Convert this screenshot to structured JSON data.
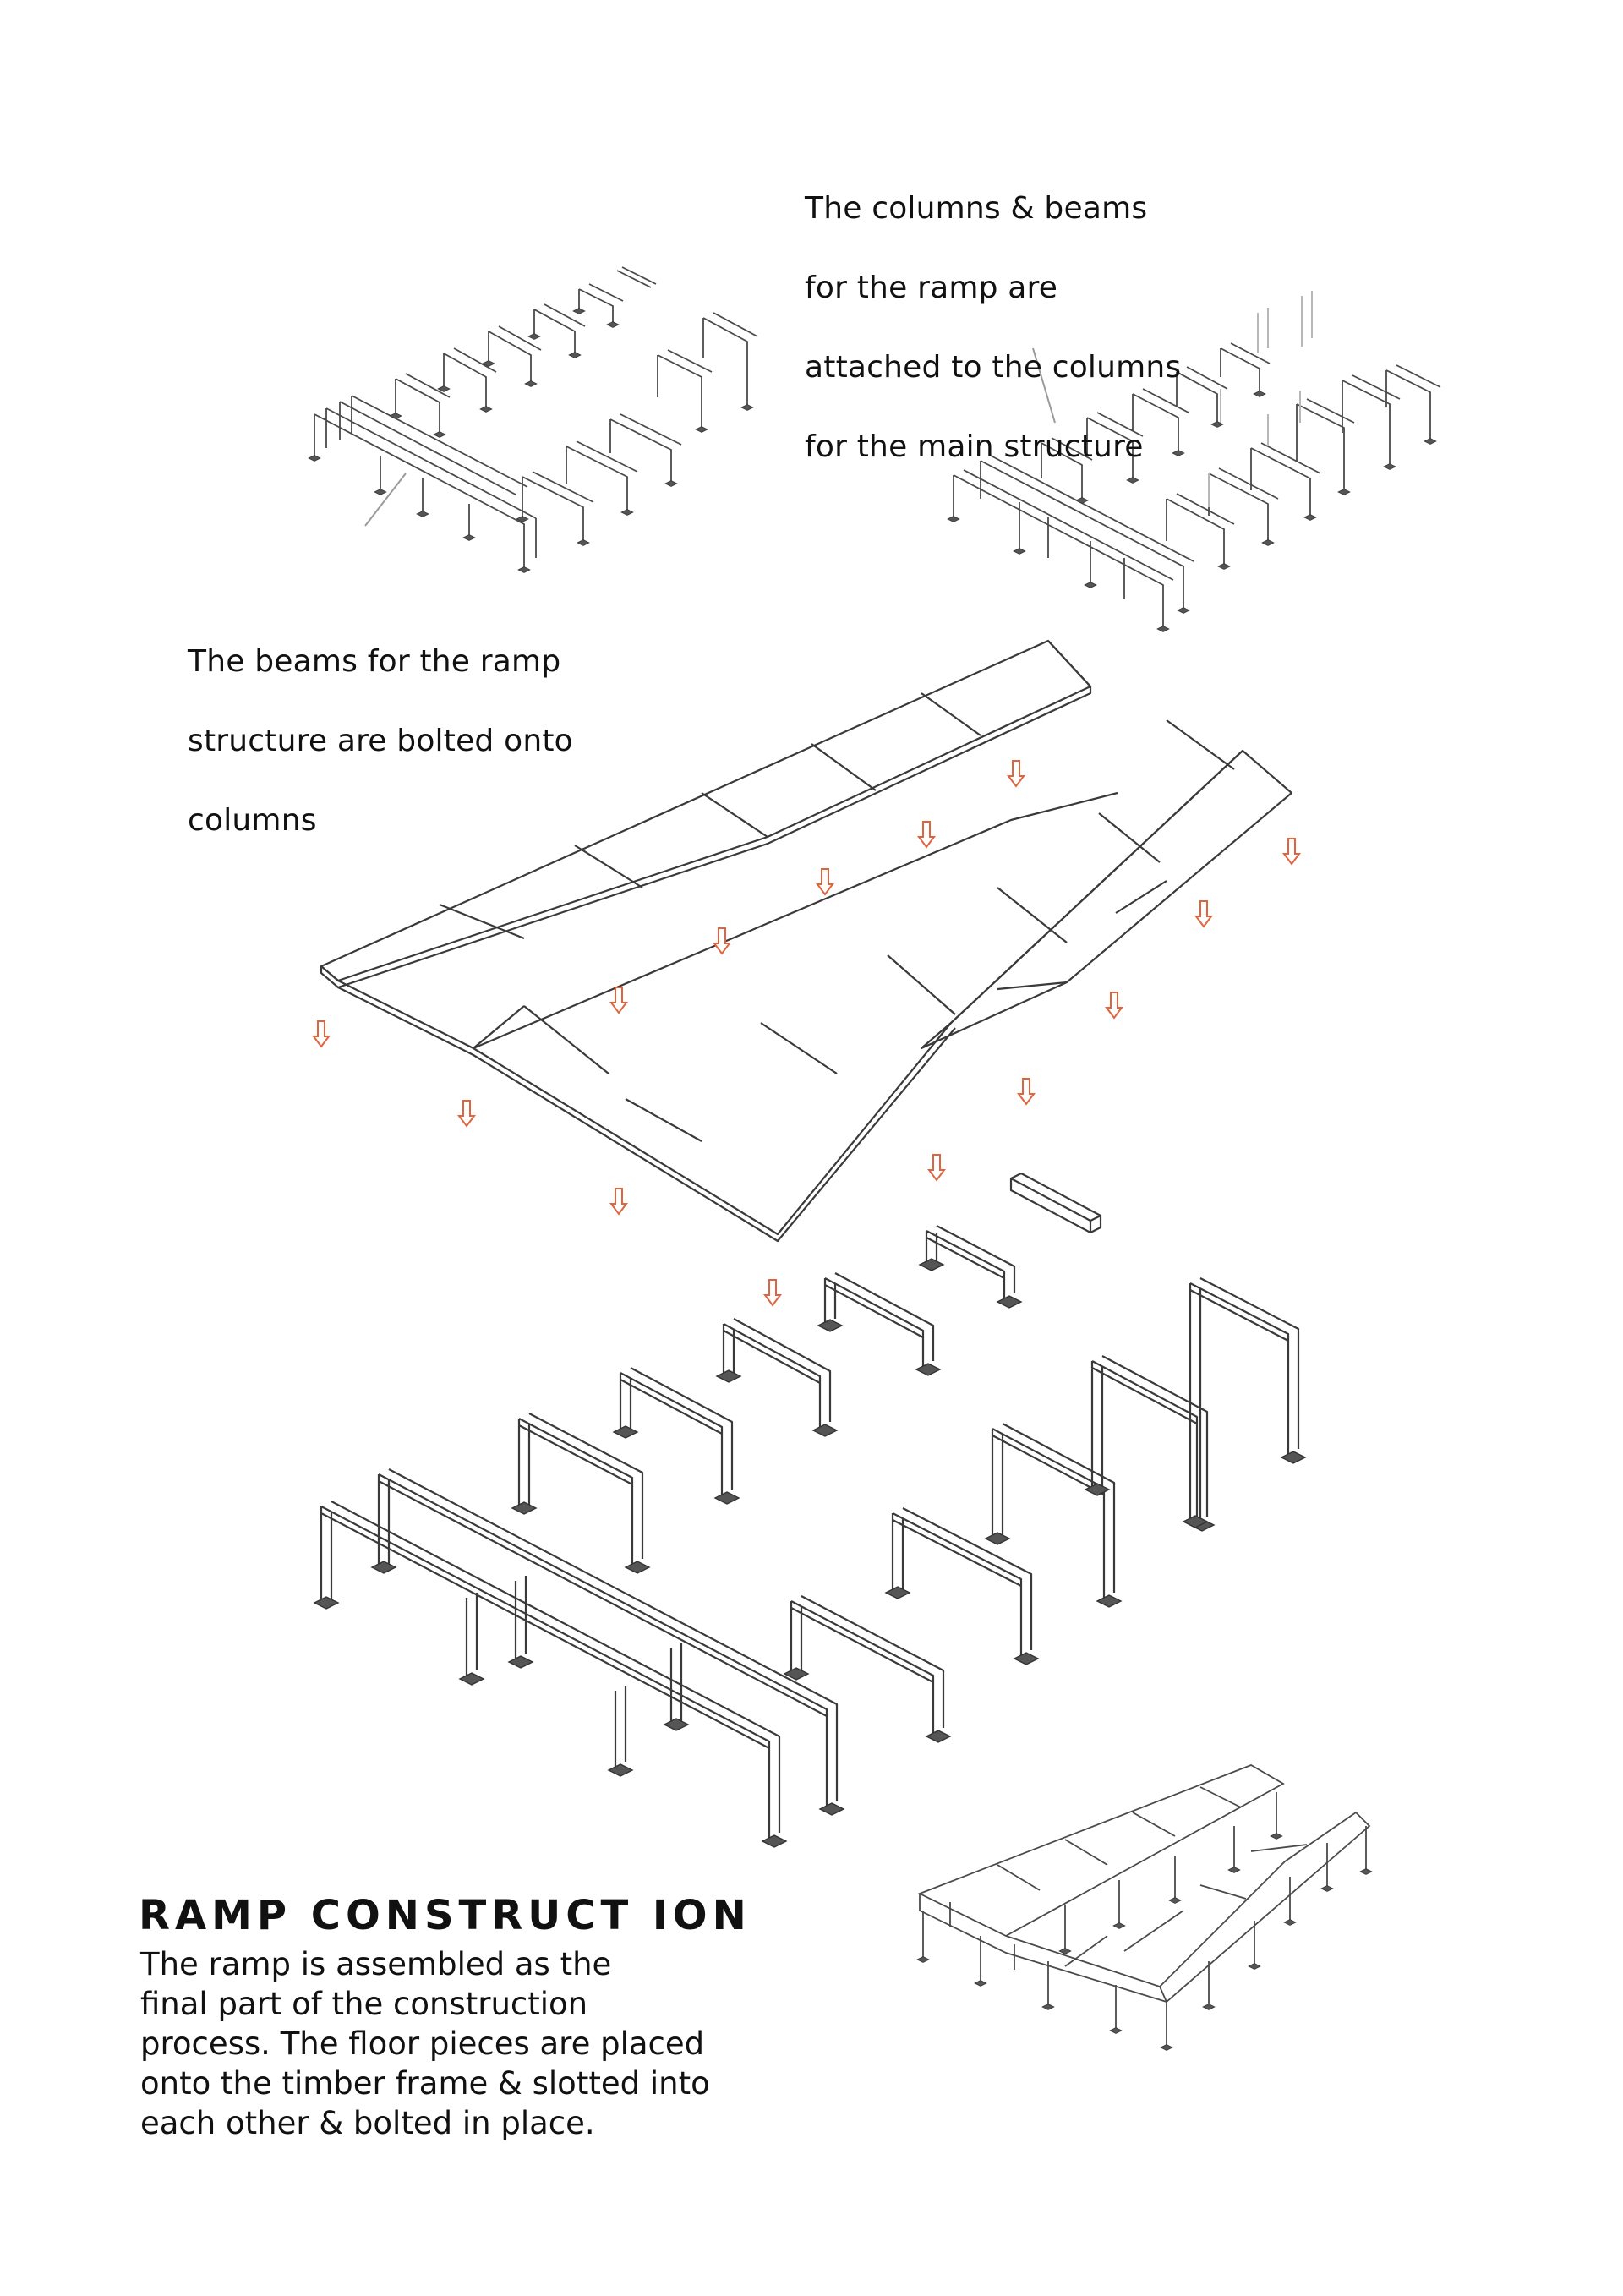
{
  "annotations": {
    "top_right": [
      "The columns & beams",
      "for the ramp are",
      "attached to the columns",
      "for the main structure"
    ],
    "left": [
      "The beams for the ramp",
      "structure are bolted onto",
      "columns"
    ]
  },
  "section": {
    "title": "RAMP CONSTRUCT ION",
    "description": [
      "The ramp is assembled as the",
      "final part of the construction",
      "process. The floor pieces are placed",
      "onto the timber frame & slotted into",
      "each other & bolted in place."
    ]
  },
  "colors": {
    "line": "#3a3a3a",
    "arrow": "#e0643e",
    "leader": "#9a9a9a",
    "background": "#ffffff"
  }
}
